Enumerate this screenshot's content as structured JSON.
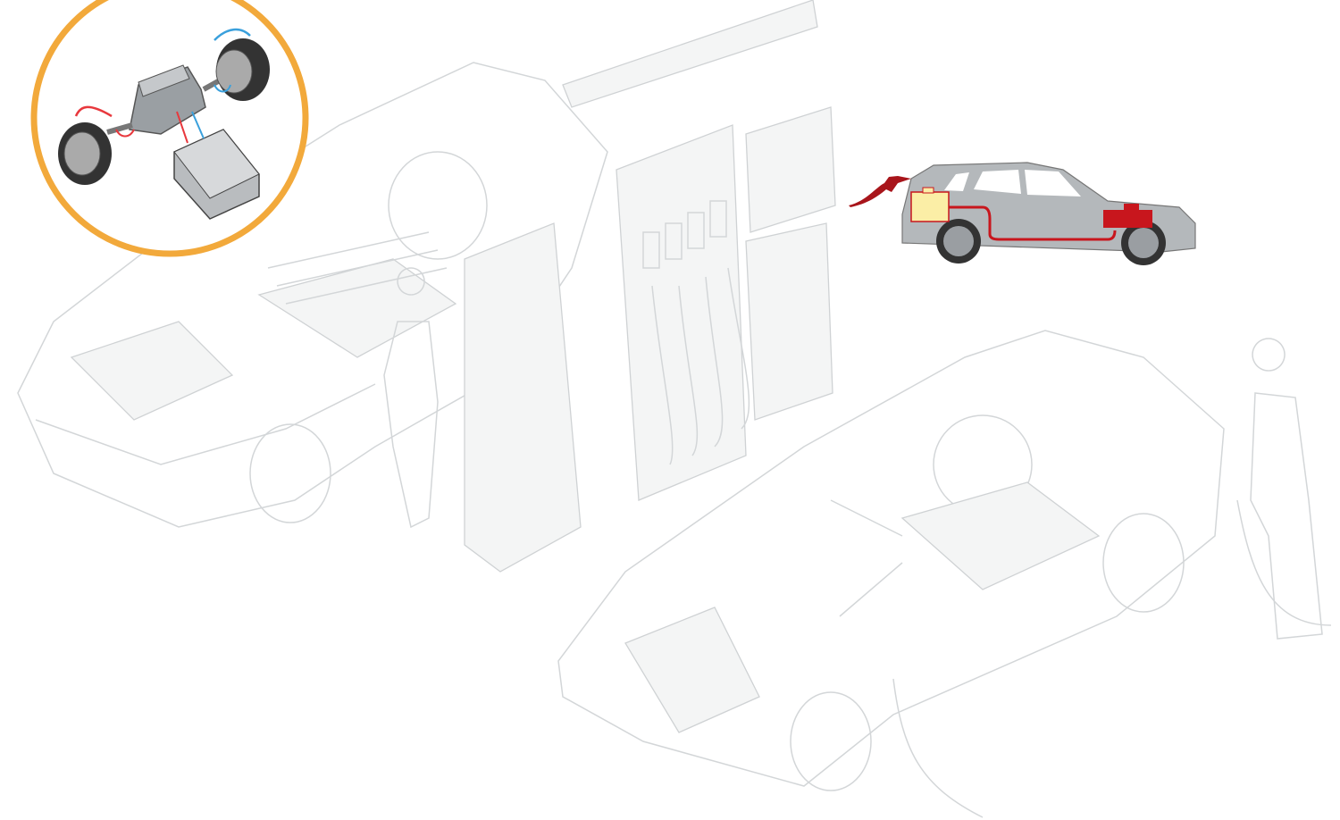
{
  "colors": {
    "inset_ring": "#f2a93b",
    "car_body": "#b4b8bb",
    "fuel_line": "#c8161d",
    "fuel_tank": "#fbeea6",
    "ghost_line": "#d3d6d8",
    "regen_arrow": "#e8383d",
    "drive_arrow": "#3aa0dc"
  },
  "icons": [
    "drivetrain-inset",
    "fuel-car-icon",
    "fuel-nozzle-icon",
    "fuel-pump-station",
    "electric-car-cutaway",
    "hybrid-car-cutaway"
  ]
}
